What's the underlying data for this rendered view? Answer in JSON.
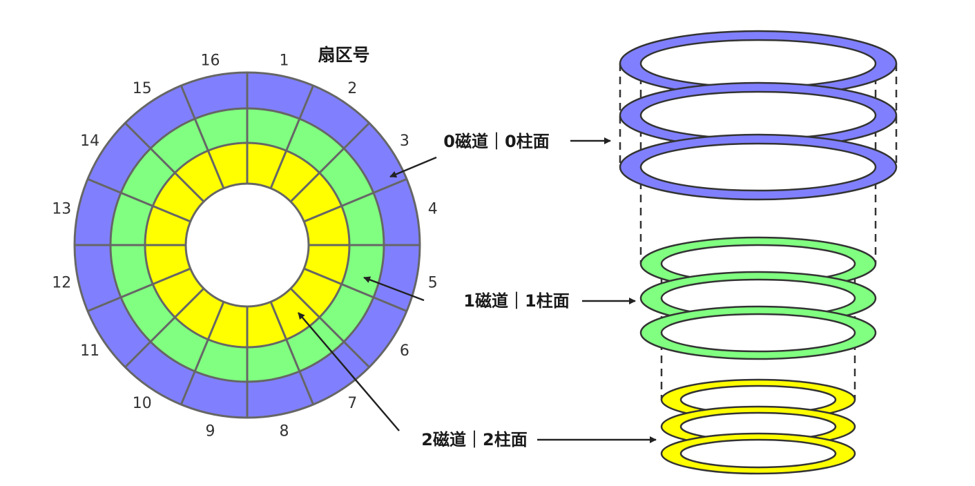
{
  "title": "扇区号",
  "sector_numbers": [
    "1",
    "2",
    "3",
    "4",
    "5",
    "6",
    "7",
    "8",
    "9",
    "10",
    "11",
    "12",
    "13",
    "14",
    "15",
    "16"
  ],
  "tracks": [
    {
      "label": "0磁道｜0柱面",
      "color": "#8080ff"
    },
    {
      "label": "1磁道｜1柱面",
      "color": "#80ff80"
    },
    {
      "label": "2磁道｜2柱面",
      "color": "#ffff00"
    }
  ],
  "colors": {
    "line": "#666666",
    "arrow": "#222222",
    "hole": "#ffffff"
  }
}
